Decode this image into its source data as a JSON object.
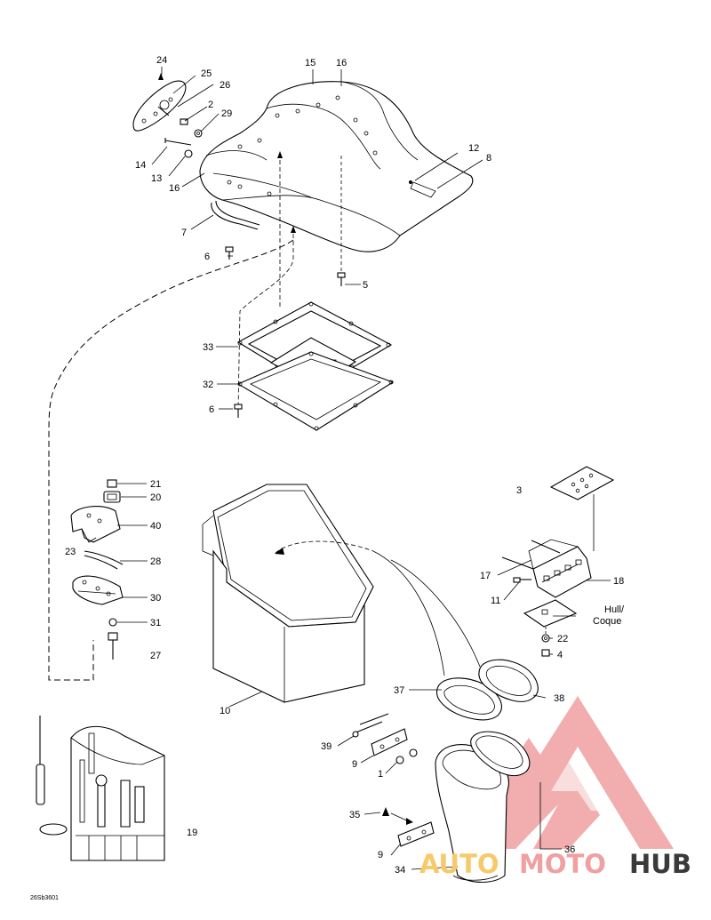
{
  "figure_code": "26Sb3601",
  "labels": {
    "c1": "1",
    "c2": "2",
    "c3": "3",
    "c4": "4",
    "c5": "5",
    "c6": "6",
    "c7": "7",
    "c8": "8",
    "c9": "9",
    "c10": "10",
    "c11": "11",
    "c12": "12",
    "c13": "13",
    "c14": "14",
    "c15": "15",
    "c16": "16",
    "c17": "17",
    "c18": "18",
    "c19": "19",
    "c20": "20",
    "c21": "21",
    "c22": "22",
    "c23": "23",
    "c24": "24",
    "c25": "25",
    "c26": "26",
    "c27": "27",
    "c28": "28",
    "c29": "29",
    "c30": "30",
    "c31": "31",
    "c32": "32",
    "c33": "33",
    "c34": "34",
    "c35": "35",
    "c36": "36",
    "c37": "37",
    "c38": "38",
    "c39": "39",
    "c40": "40",
    "hull_1": "Hull/",
    "hull_2": "Coque"
  },
  "watermark": {
    "part1": "AUTO",
    "part2": "MOTO",
    "part3": "HUB",
    "color_logo": "#f0a0a0",
    "color_auto": "#f6c96a",
    "color_moto": "#f0a0a0",
    "color_hub": "#3a3a3a"
  }
}
